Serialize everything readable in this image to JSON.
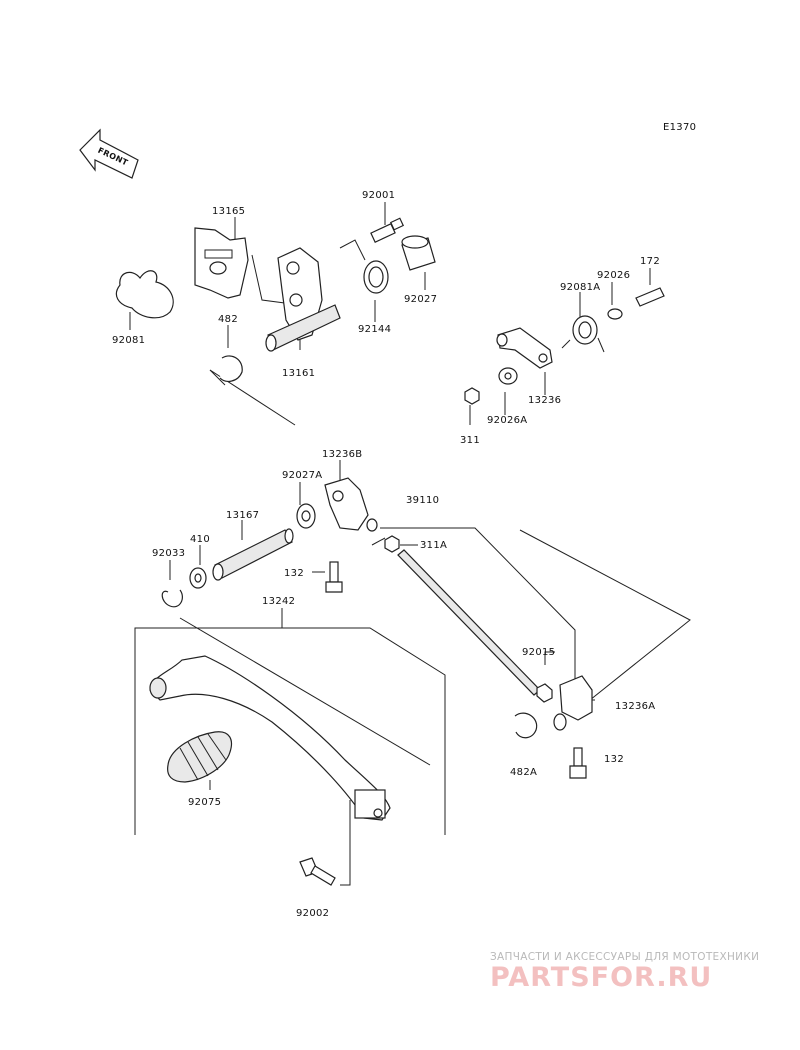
{
  "diagram": {
    "code": "E1370",
    "front_label": "FRONT",
    "labels": {
      "p13165": "13165",
      "p92001": "92001",
      "p92081": "92081",
      "p482": "482",
      "p13161": "13161",
      "p92144": "92144",
      "p92027": "92027",
      "p172": "172",
      "p92026": "92026",
      "p92081A": "92081A",
      "p13236": "13236",
      "p92026A": "92026A",
      "p311": "311",
      "p13236B": "13236B",
      "p92027A": "92027A",
      "p39110": "39110",
      "p13167": "13167",
      "p410": "410",
      "p92033": "92033",
      "p311A": "311A",
      "p132a": "132",
      "p13242": "13242",
      "p92015": "92015",
      "p13236A": "13236A",
      "p132b": "132",
      "p482A": "482A",
      "p92075": "92075",
      "p92002": "92002"
    }
  },
  "watermark": {
    "tagline": "ЗАПЧАСТИ И АКСЕССУАРЫ ДЛЯ МОТОТЕХНИКИ",
    "logo": "PARTSFOR.RU"
  }
}
